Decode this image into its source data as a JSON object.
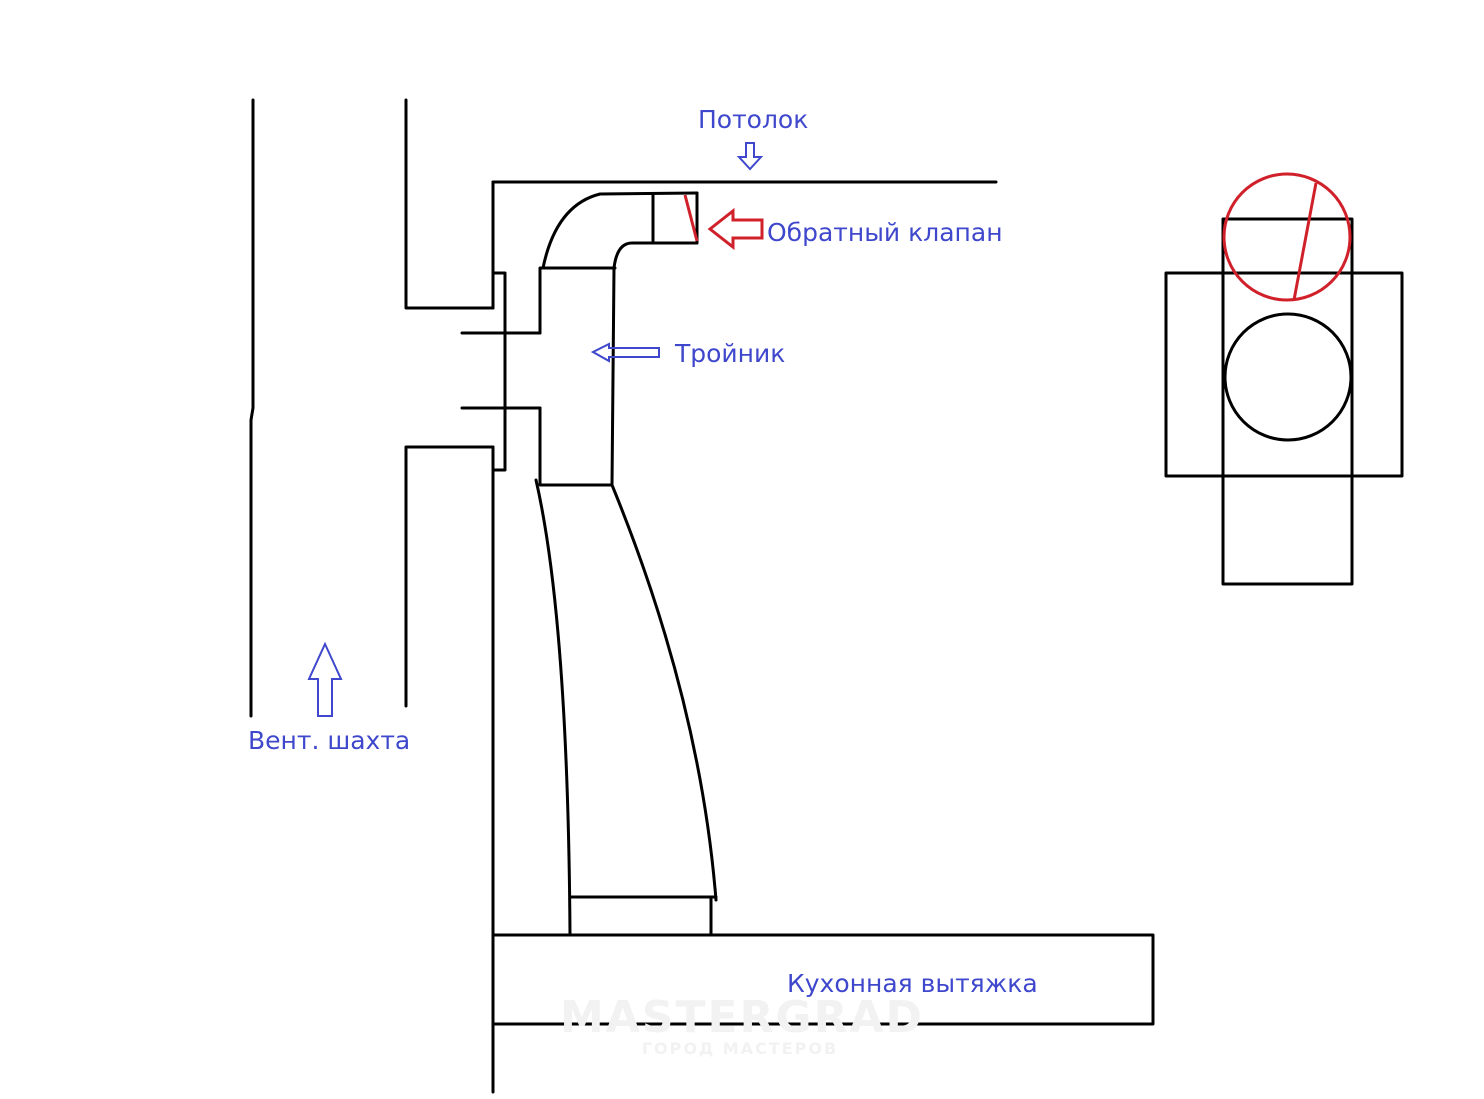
{
  "labels": {
    "ceiling": "Потолок",
    "check_valve": "Обратный клапан",
    "tee": "Тройник",
    "vent_shaft": "Вент. шахта",
    "kitchen_hood": "Кухонная вытяжка"
  },
  "watermark": {
    "brand": "MASTERGRAD",
    "tagline": "ГОРОД МАСТЕРОВ"
  },
  "colors": {
    "lines": "#000000",
    "labels": "#3f48cc",
    "valve": "#d0202a"
  }
}
